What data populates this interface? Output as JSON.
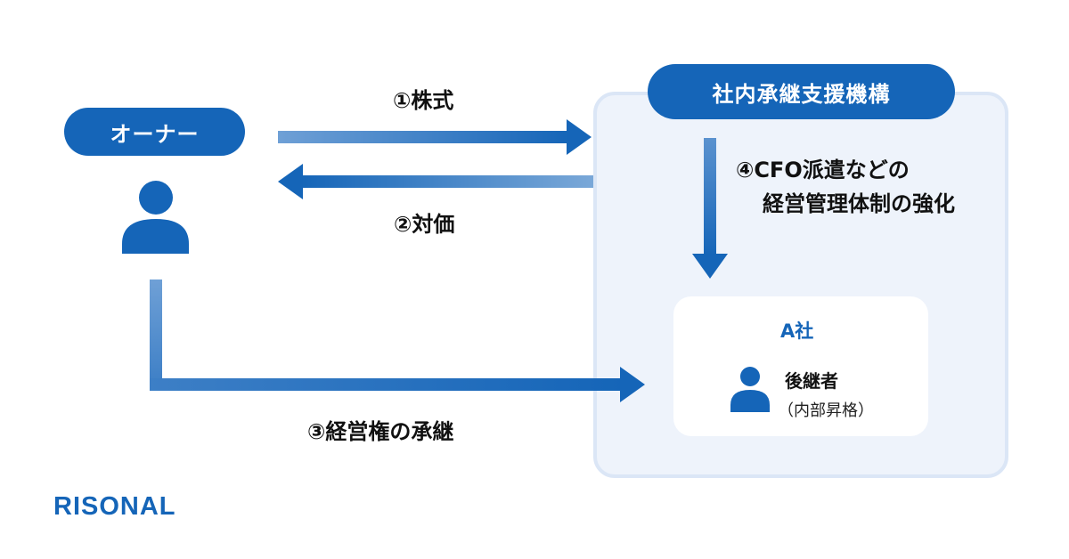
{
  "owner": {
    "label": "オーナー"
  },
  "organization": {
    "label": "社内承継支援機構"
  },
  "flows": {
    "stock": "①株式",
    "price": "②対価",
    "management": "③経営権の承継",
    "cfo_line1": "④CFO派遣などの",
    "cfo_line2": "経営管理体制の強化"
  },
  "company": {
    "name": "A社",
    "successor": "後継者",
    "successor_note": "（内部昇格）"
  },
  "brand": {
    "logo": "RISONAL"
  },
  "colors": {
    "accent": "#1565b8",
    "panel": "#eef3fb",
    "arrow_light": "#7aa8d8"
  },
  "icons": [
    "person-icon",
    "arrow-right-icon",
    "arrow-left-icon",
    "arrow-down-icon"
  ]
}
